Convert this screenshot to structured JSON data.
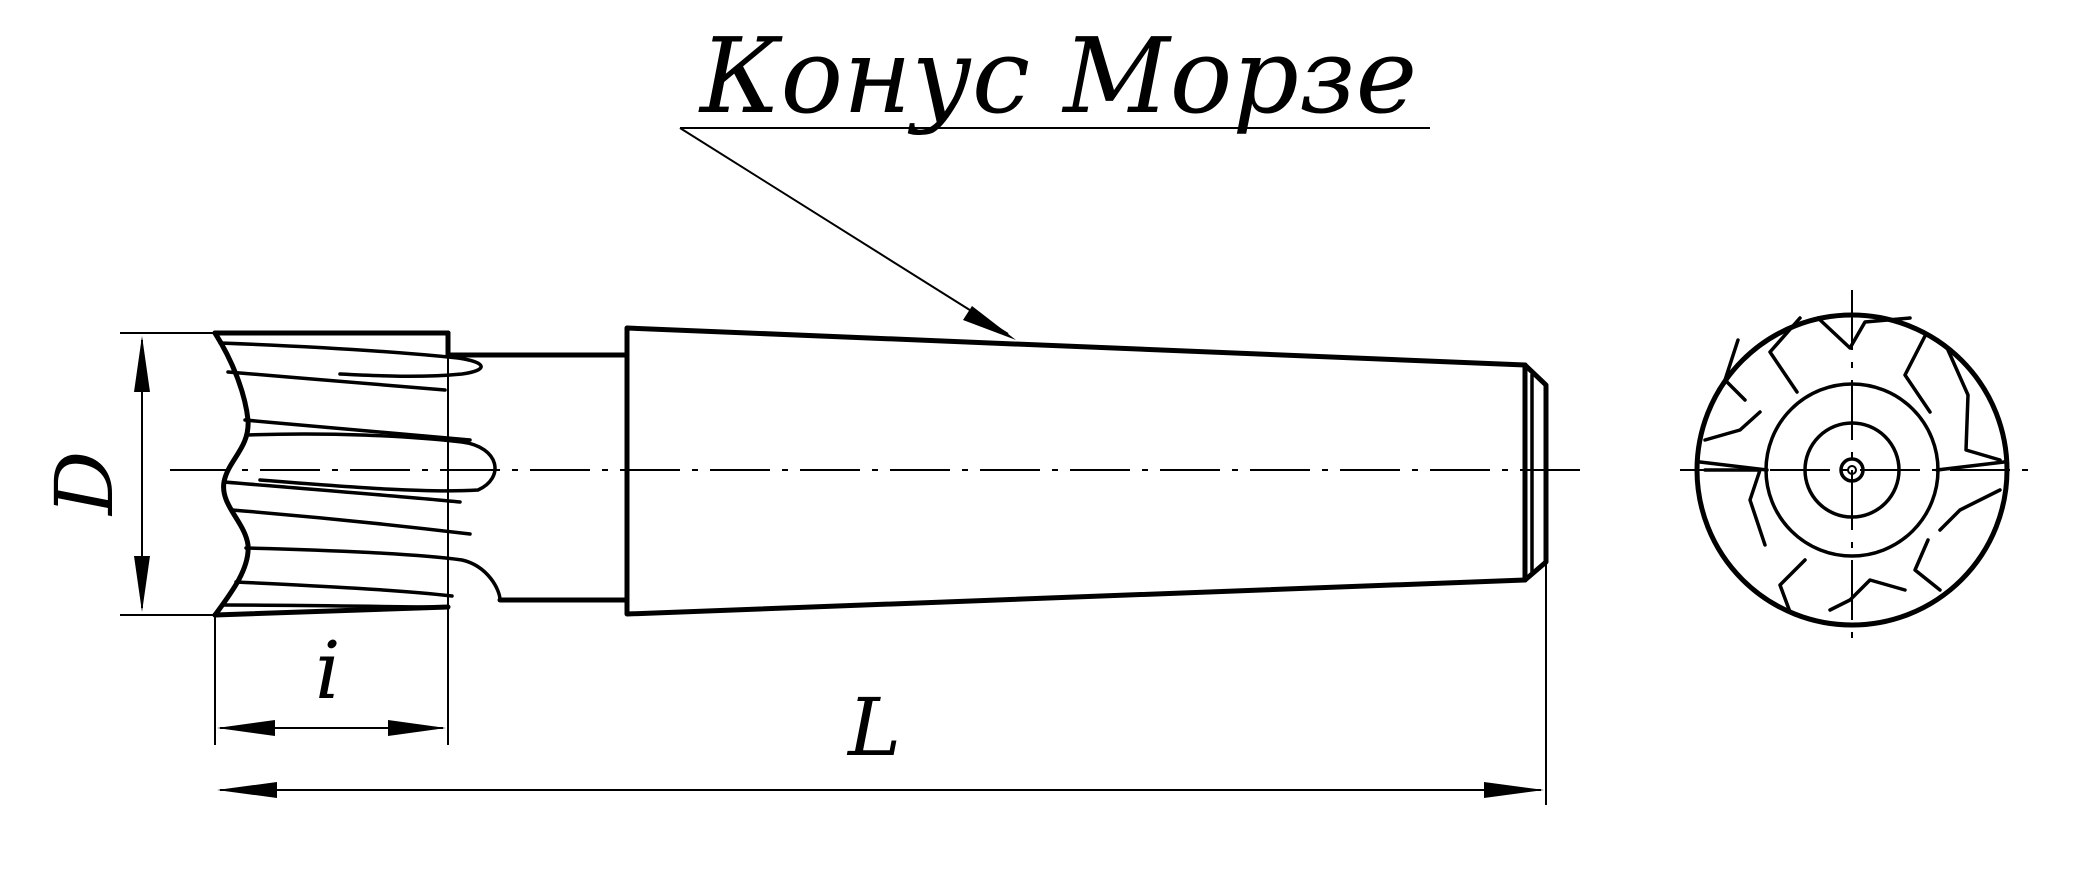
{
  "labels": {
    "taper": "Конус Морзе",
    "diameter": "D",
    "flute_length": "i",
    "total_length": "L"
  }
}
